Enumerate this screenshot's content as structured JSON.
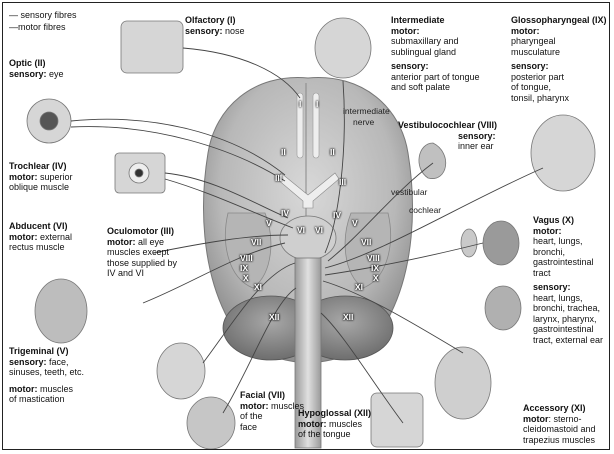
{
  "legend": {
    "sensory": "— sensory fibres",
    "motor": "—motor fibres"
  },
  "olfactory": {
    "title": "Olfactory (I)",
    "line1_bold": "sensory:",
    "line1": " nose"
  },
  "optic": {
    "title": "Optic (II)",
    "line1_bold": "sensory:",
    "line1": " eye"
  },
  "trochlear": {
    "title": "Trochlear (IV)",
    "line1_bold": "motor:",
    "line1": " superior",
    "line2": "oblique muscle"
  },
  "abducent": {
    "title": "Abducent (VI)",
    "line1_bold": "motor:",
    "line1": " external",
    "line2": "rectus muscle"
  },
  "oculomotor": {
    "title": "Oculomotor (III)",
    "line1_bold": "motor:",
    "line1": " all eye",
    "line2": "muscles except",
    "line3": "those supplied by",
    "line4": "IV and VI"
  },
  "trigeminal": {
    "title": "Trigeminal (V)",
    "s_bold": "sensory:",
    "s1": " face,",
    "s2": "sinuses, teeth, etc.",
    "m_bold": "motor:",
    "m1": " muscles",
    "m2": "of mastication"
  },
  "facial": {
    "title": "Facial (VII)",
    "line1_bold": "motor:",
    "line1": " muscles",
    "line2": "of the",
    "line3": "face"
  },
  "hypoglossal": {
    "title": "Hypoglossal (XII)",
    "line1_bold": "motor:",
    "line1": " muscles",
    "line2": "of the tongue"
  },
  "intermediate": {
    "title": "Intermediate",
    "m_bold": "motor:",
    "m1": "submaxillary and",
    "m2": "sublingual gland",
    "s_bold": "sensory:",
    "s1": "anterior part of tongue",
    "s2": "and soft palate"
  },
  "glosso": {
    "title": "Glossopharyngeal (IX)",
    "m_bold": "motor:",
    "m1": "pharyngeal",
    "m2": "musculature",
    "s_bold": "sensory:",
    "s1": "posterior part",
    "s2": "of tongue,",
    "s3": "tonsil, pharynx"
  },
  "vestibulo": {
    "title": "Vestibulocochlear (VIII)",
    "s_bold": "sensory:",
    "s1": "inner ear"
  },
  "vagus": {
    "title": "Vagus (X)",
    "m_bold": "motor:",
    "m1": "heart, lungs,",
    "m2": "bronchi,",
    "m3": "gastrointestinal",
    "m4": "tract",
    "s_bold": "sensory:",
    "s1": "heart, lungs,",
    "s2": "bronchi, trachea,",
    "s3": "larynx, pharynx,",
    "s4": "gastrointestinal",
    "s5": "tract, external ear"
  },
  "accessory": {
    "title": "Accessory (XI)",
    "m_bold": "motor",
    "m1": ": sterno-",
    "m2": "cleidomastoid and",
    "m3": "trapezius muscles"
  },
  "inlabels": {
    "intermediate_nerve_1": "intermediate",
    "intermediate_nerve_2": "nerve",
    "vestibular": "vestibular",
    "cochlear": "cochlear"
  },
  "numerals": {
    "I_l": "I",
    "I_r": "I",
    "II_l": "II",
    "II_r": "II",
    "III_l": "III",
    "III_r": "III",
    "IV_l": "IV",
    "IV_r": "IV",
    "V_l": "V",
    "V_r": "V",
    "VI_l": "VI",
    "VI_r": "VI",
    "VII_l": "VII",
    "VII_r": "VII",
    "VIII_l": "VIII",
    "VIII_r": "VIII",
    "IX_l": "IX",
    "IX_r": "IX",
    "X_l": "X",
    "X_r": "X",
    "XI_l": "XI",
    "XI_r": "XI",
    "XII_l": "XII",
    "XII_r": "XII"
  }
}
